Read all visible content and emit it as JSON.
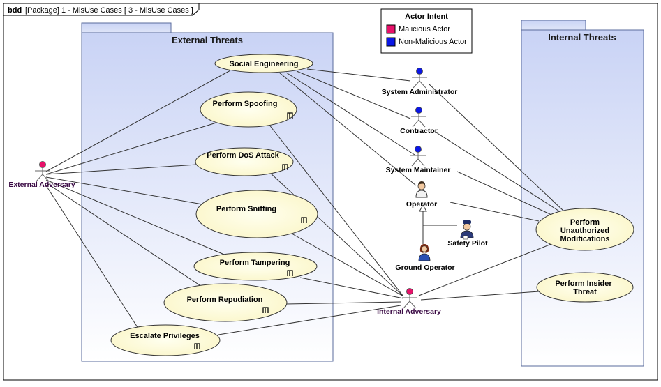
{
  "frame": {
    "kind": "bdd",
    "label": "[Package] 1 - MisUse Cases [ 3 - MisUse Cases ]"
  },
  "legend": {
    "title": "Actor Intent",
    "items": [
      {
        "label": "Malicious Actor",
        "color": "#e8116a"
      },
      {
        "label": "Non-Malicious Actor",
        "color": "#0a16e6"
      }
    ]
  },
  "packages": {
    "external": {
      "label": "External Threats"
    },
    "internal": {
      "label": "Internal Threats"
    }
  },
  "use_cases": {
    "social_engineering": {
      "label": "Social Engineering"
    },
    "spoofing": {
      "label": "Perform Spoofing"
    },
    "dos": {
      "label": "Perform DoS Attack"
    },
    "sniffing": {
      "label": "Perform Sniffing"
    },
    "tampering": {
      "label": "Perform Tampering"
    },
    "repudiation": {
      "label": "Perform Repudiation"
    },
    "escalate": {
      "label": "Escalate Privileges"
    },
    "unauthorized": {
      "lines": [
        "Perform",
        "Unauthorized",
        "Modifications"
      ]
    },
    "insider": {
      "lines": [
        "Perform Insider",
        "Threat"
      ]
    }
  },
  "actors": {
    "external_adversary": {
      "label": "External Adversary",
      "intent": "malicious"
    },
    "internal_adversary": {
      "label": "Internal Adversary",
      "intent": "malicious"
    },
    "system_administrator": {
      "label": "System Administrator",
      "intent": "non-malicious"
    },
    "contractor": {
      "label": "Contractor",
      "intent": "non-malicious"
    },
    "system_maintainer": {
      "label": "System Maintainer",
      "intent": "non-malicious"
    },
    "operator": {
      "label": "Operator"
    },
    "safety_pilot": {
      "label": "Safety Pilot"
    },
    "ground_operator": {
      "label": "Ground Operator"
    }
  }
}
